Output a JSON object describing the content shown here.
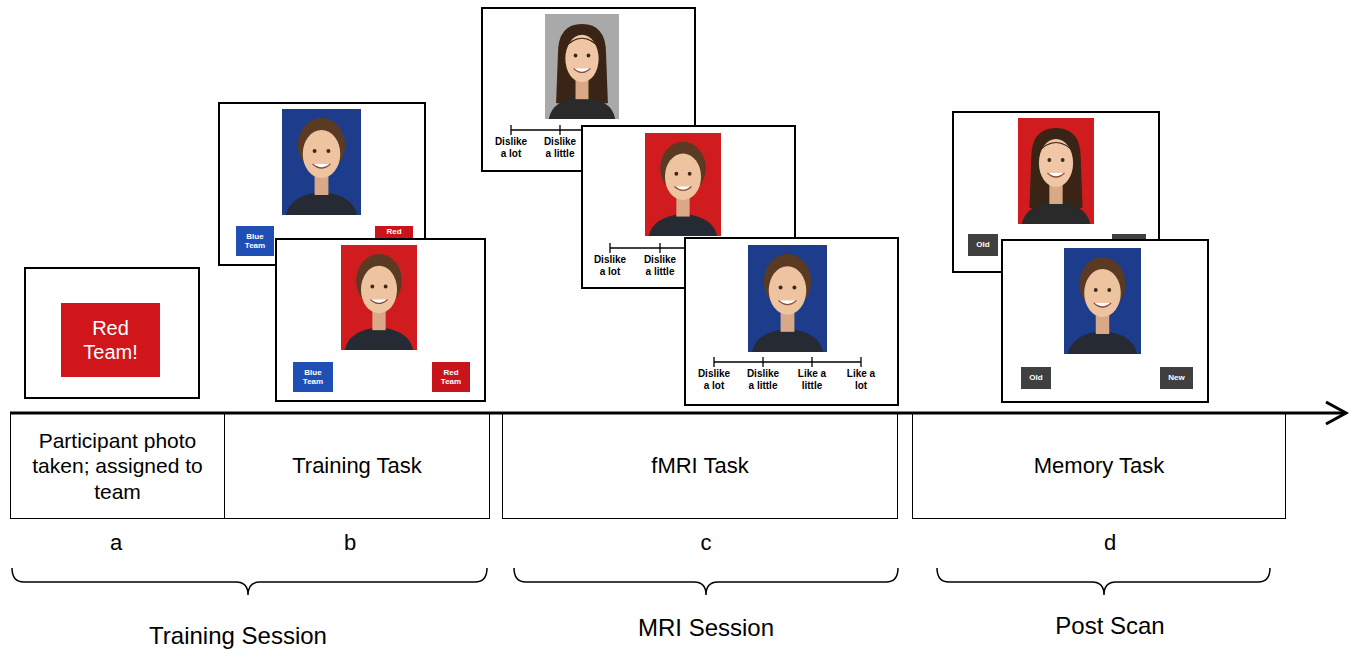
{
  "diagram": {
    "nodes": [
      {
        "text": [
          "Red Team!"
        ]
      },
      {
        "text": [
          "Blue Team"
        ]
      },
      {
        "text": [
          "Red"
        ]
      },
      {
        "text": [
          "Blue Team"
        ]
      },
      {
        "text": [
          "Red Team"
        ]
      },
      {
        "text": [
          "Old"
        ]
      },
      {
        "text": [
          "Old"
        ]
      },
      {
        "text": [
          "New"
        ]
      },
      {
        "text": [
          "Participant photo taken; assigned to team"
        ]
      },
      {
        "text": [
          "Training Task"
        ]
      },
      {
        "text": [
          "fMRI Task"
        ]
      },
      {
        "text": [
          "Memory Task"
        ]
      }
    ],
    "labels": [
      "Dislike a lot",
      "Dislike a little",
      "Dislike a lot",
      "Dislike a little",
      "Dislike a lot",
      "Dislike a little",
      "Like a little",
      "Like a lot",
      "a",
      "b",
      "c",
      "d",
      "Training Session",
      "MRI Session",
      "Post Scan"
    ]
  }
}
